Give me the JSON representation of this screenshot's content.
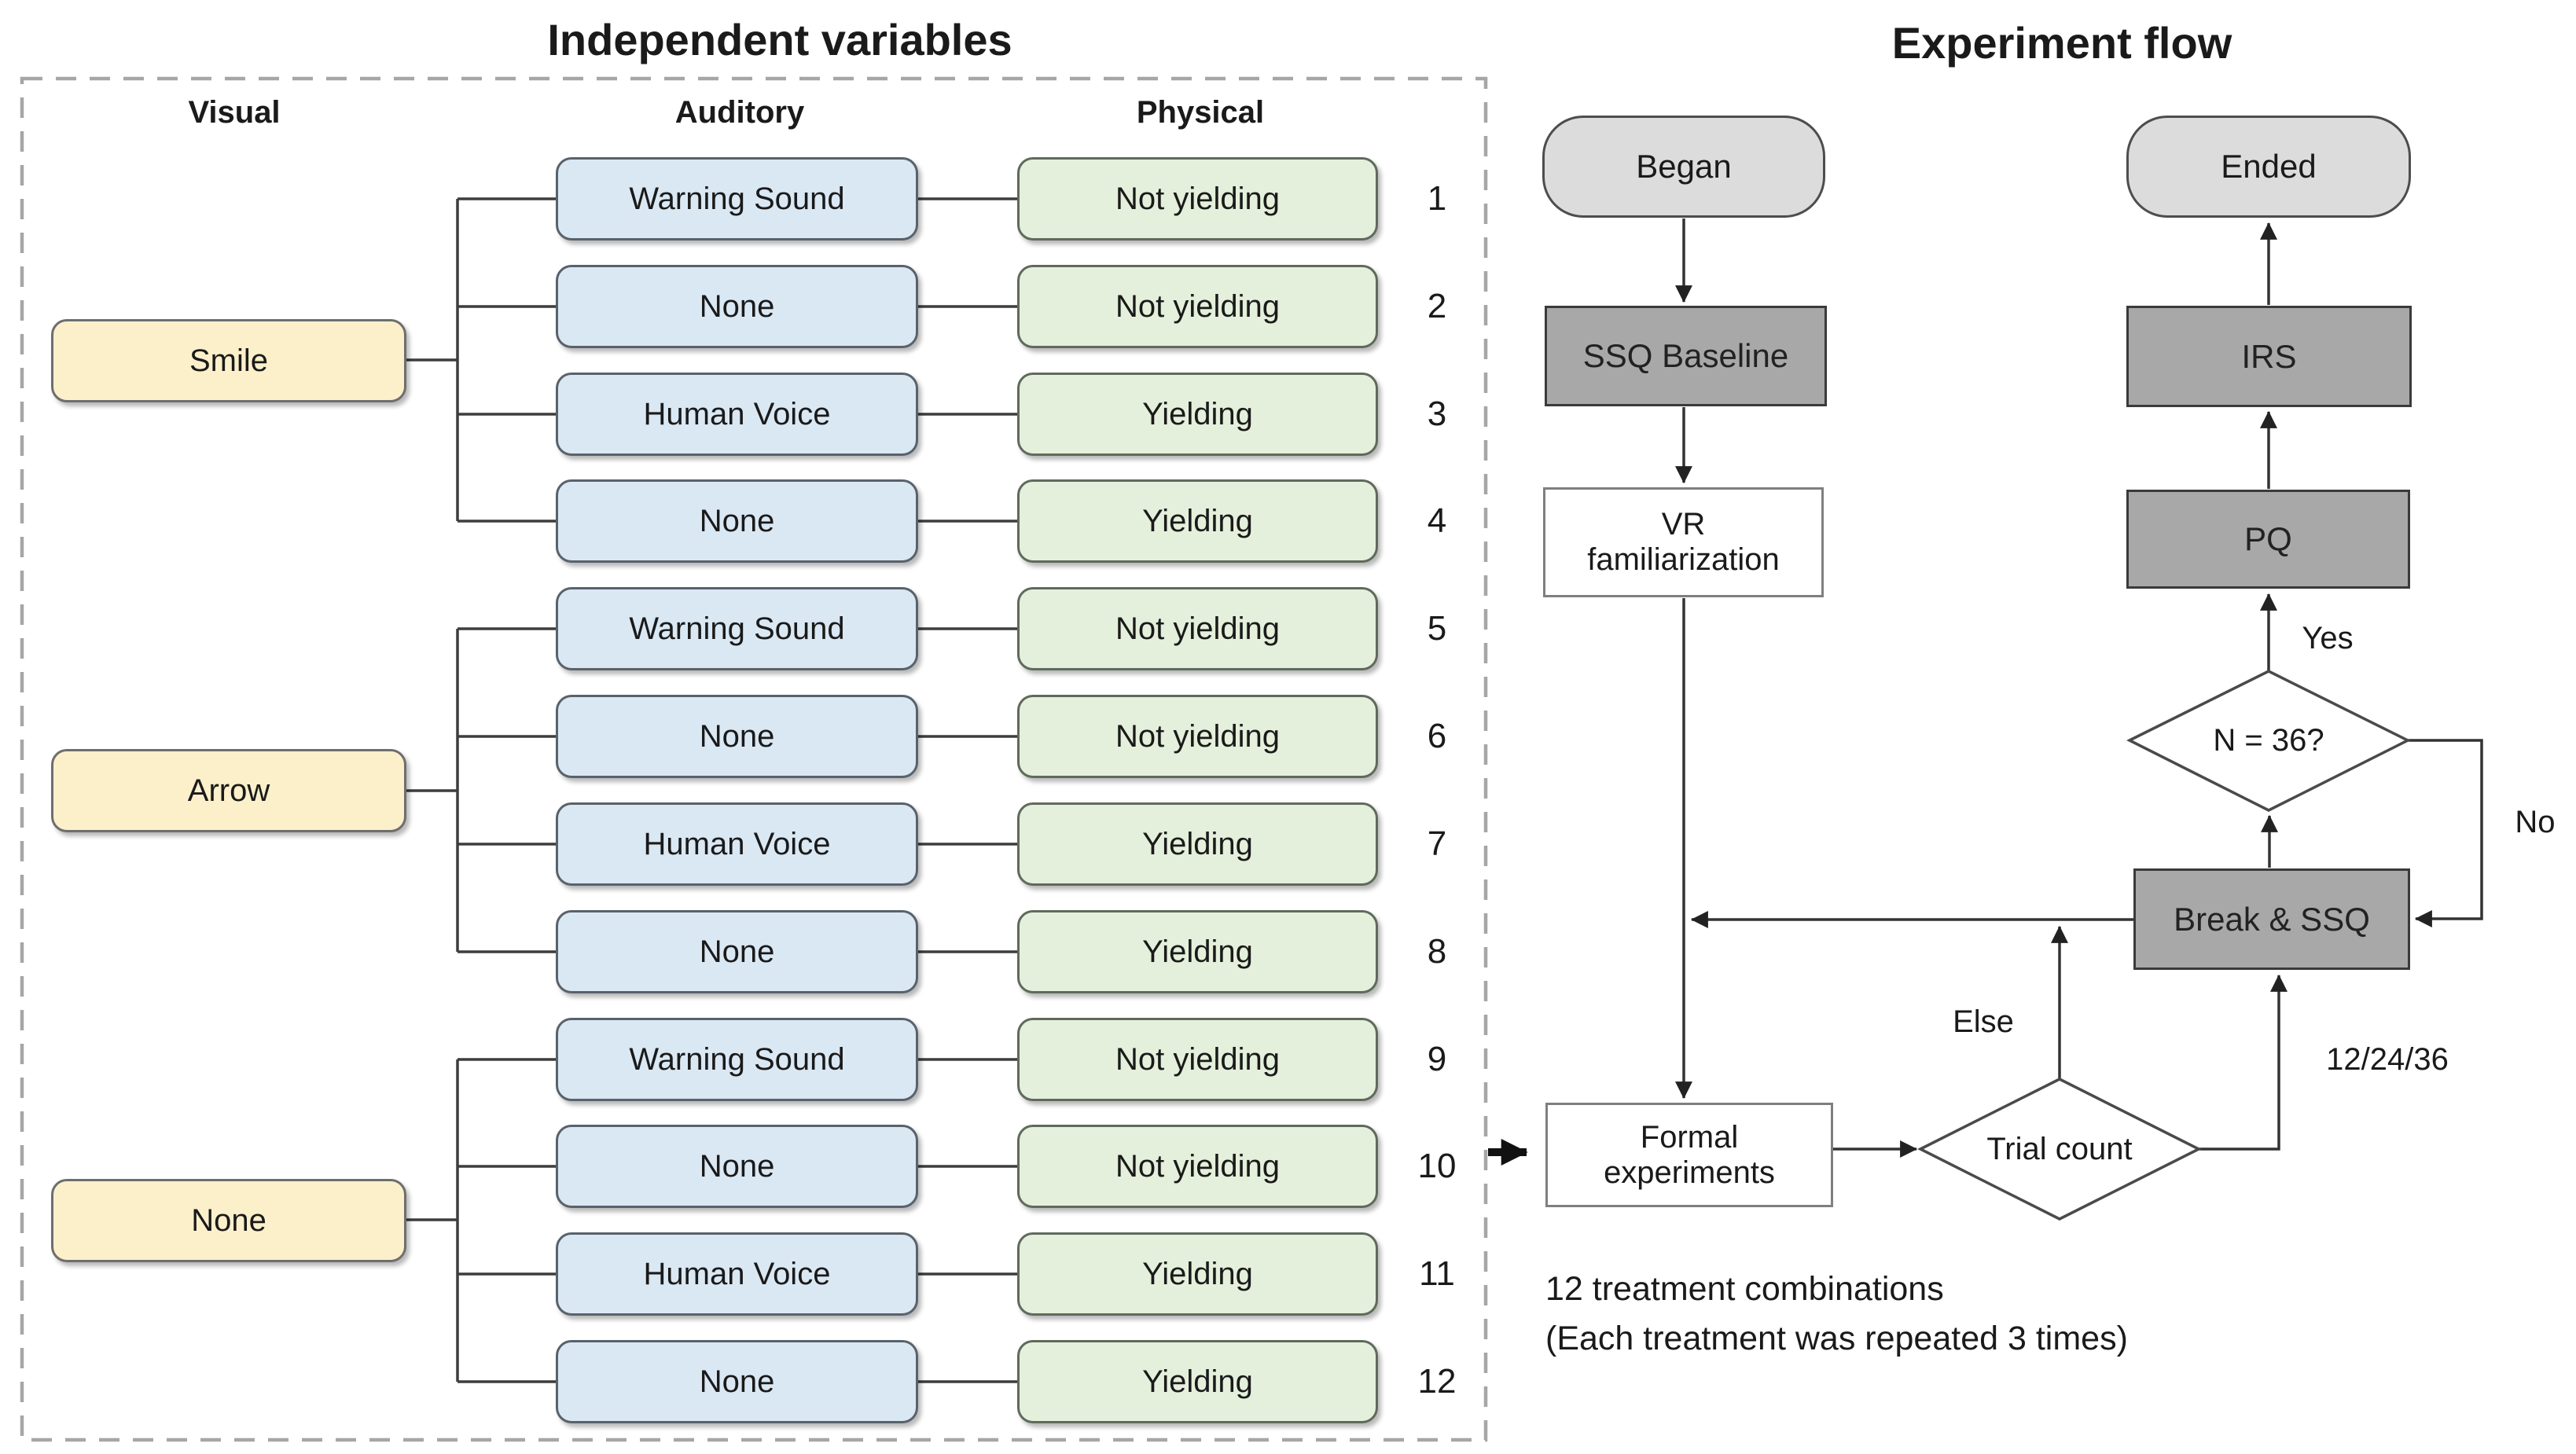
{
  "titles": {
    "left": "Independent variables",
    "right": "Experiment flow"
  },
  "columns": {
    "visual": "Visual",
    "auditory": "Auditory",
    "physical": "Physical"
  },
  "visual_groups": [
    {
      "label": "Smile"
    },
    {
      "label": "Arrow"
    },
    {
      "label": "None"
    }
  ],
  "rows": [
    {
      "num": "1",
      "auditory": "Warning Sound",
      "physical": "Not yielding"
    },
    {
      "num": "2",
      "auditory": "None",
      "physical": "Not yielding"
    },
    {
      "num": "3",
      "auditory": "Human Voice",
      "physical": "Yielding"
    },
    {
      "num": "4",
      "auditory": "None",
      "physical": "Yielding"
    },
    {
      "num": "5",
      "auditory": "Warning Sound",
      "physical": "Not yielding"
    },
    {
      "num": "6",
      "auditory": "None",
      "physical": "Not yielding"
    },
    {
      "num": "7",
      "auditory": "Human Voice",
      "physical": "Yielding"
    },
    {
      "num": "8",
      "auditory": "None",
      "physical": "Yielding"
    },
    {
      "num": "9",
      "auditory": "Warning Sound",
      "physical": "Not yielding"
    },
    {
      "num": "10",
      "auditory": "None",
      "physical": "Not yielding"
    },
    {
      "num": "11",
      "auditory": "Human Voice",
      "physical": "Yielding"
    },
    {
      "num": "12",
      "auditory": "None",
      "physical": "Yielding"
    }
  ],
  "flow": {
    "began": "Began",
    "ssq_baseline": "SSQ Baseline",
    "vr_line1": "VR",
    "vr_line2": "familiarization",
    "formal_line1": "Formal",
    "formal_line2": "experiments",
    "trial_count": "Trial count",
    "break_ssq": "Break & SSQ",
    "n36": "N = 36?",
    "pq": "PQ",
    "irs": "IRS",
    "ended": "Ended",
    "labels": {
      "yes": "Yes",
      "no": "No",
      "else": "Else",
      "counts": "12/24/36"
    },
    "note1": "12 treatment combinations",
    "note2": "(Each treatment was repeated 3 times)"
  },
  "colors": {
    "visual_fill": "#fcf0cb",
    "auditory_fill": "#dae8f4",
    "physical_fill": "#e4f0db",
    "terminal_fill": "#dcdcdc",
    "process_fill": "#a8a8a8",
    "line": "#3d3d3d"
  }
}
